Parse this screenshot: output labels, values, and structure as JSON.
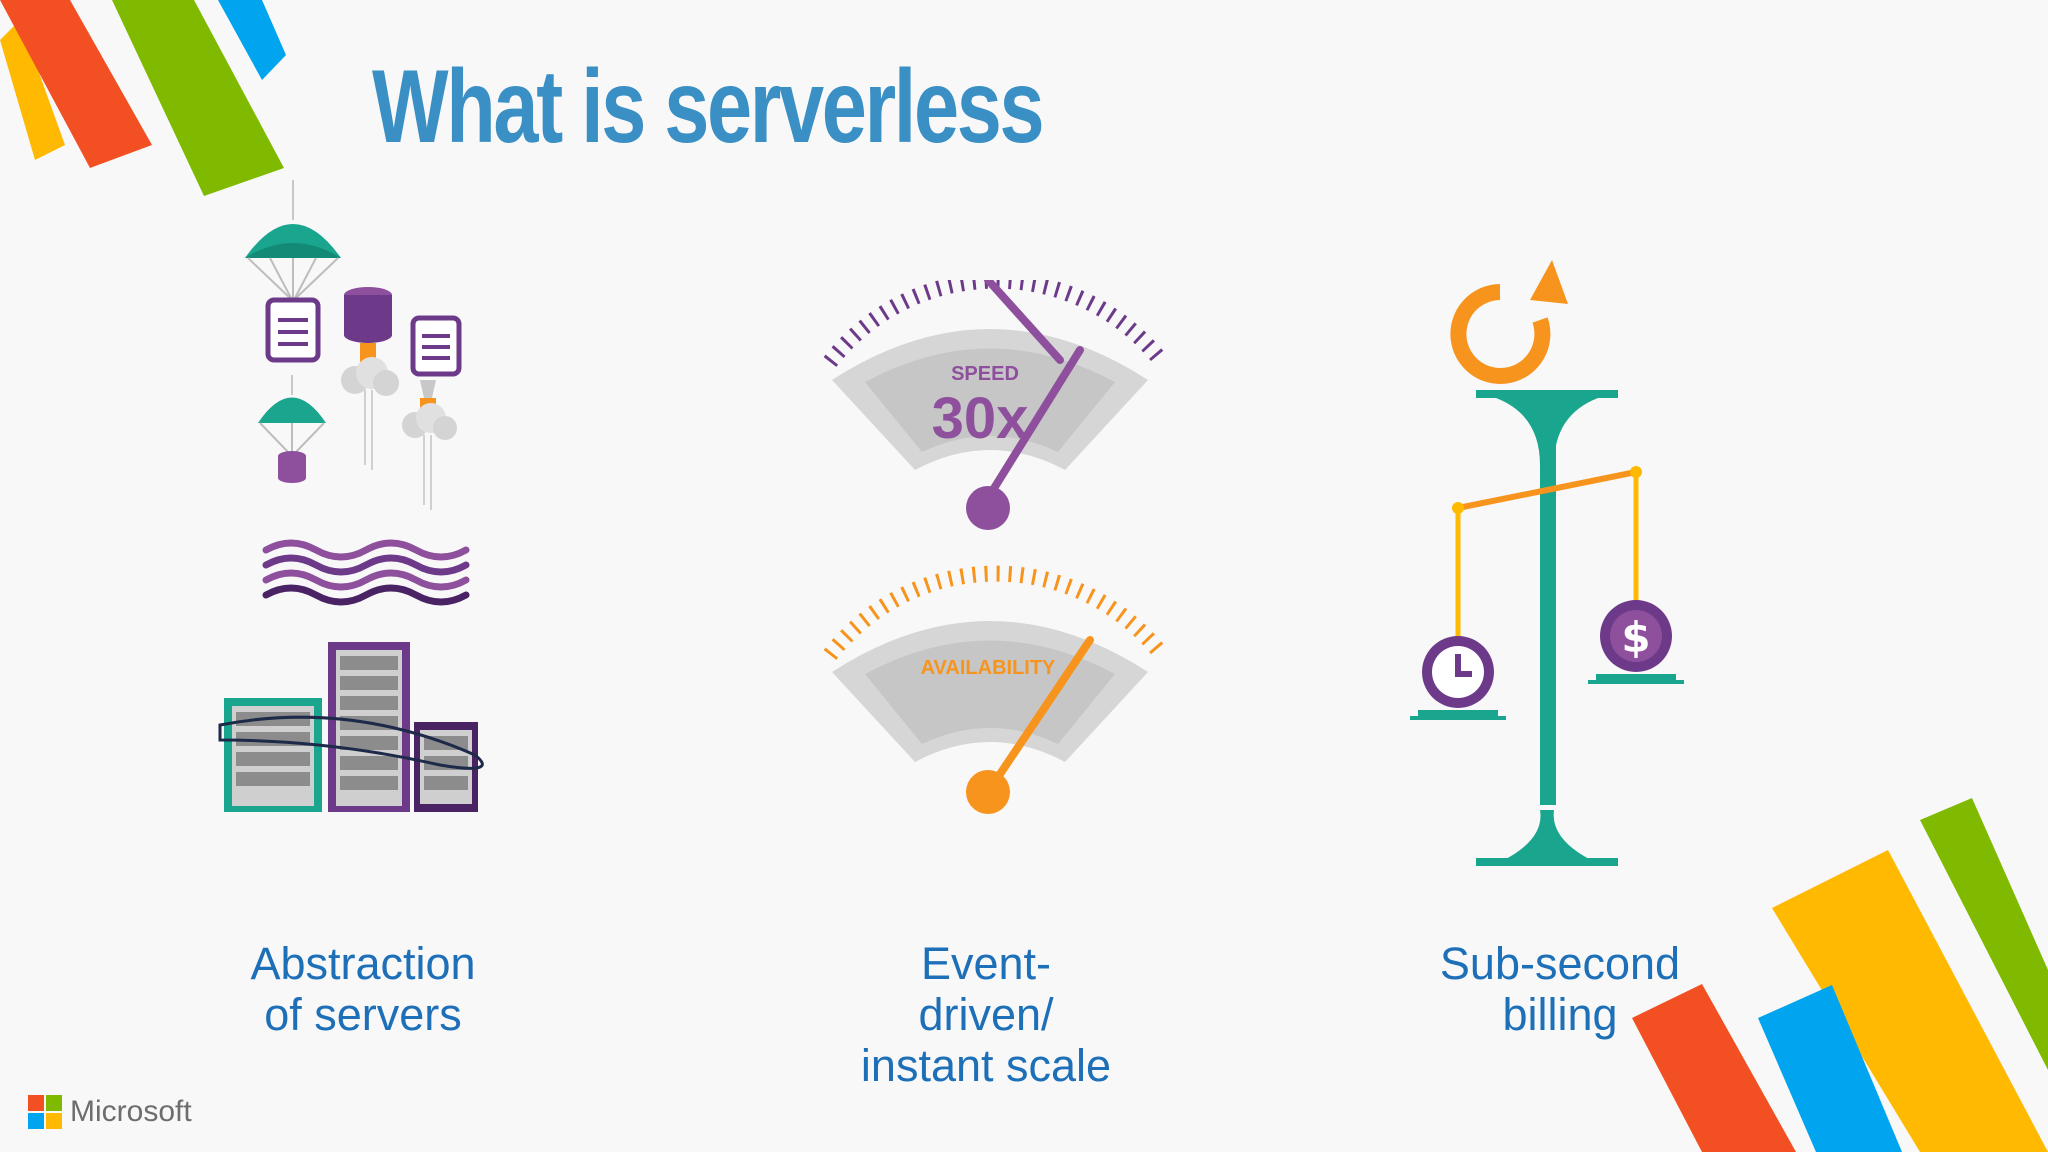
{
  "slide": {
    "title": "What is serverless"
  },
  "features": [
    {
      "caption": "Abstraction\nof servers",
      "icon": "parachute-servers-icon"
    },
    {
      "caption": "Event-\ndriven/\ninstant scale",
      "icon": "speed-gauges-icon"
    },
    {
      "caption": "Sub-second\nbilling",
      "icon": "balance-scale-icon"
    }
  ],
  "gauges": {
    "speed": {
      "label": "SPEED",
      "value": "30x",
      "color": "#8e4f9d"
    },
    "availability": {
      "label": "AVAILABILITY",
      "color": "#f7941d"
    }
  },
  "billing_icons": {
    "time": "clock-icon",
    "cost": "dollar-icon",
    "refresh": "refresh-icon"
  },
  "brand": {
    "name": "Microsoft",
    "logo_colors": [
      "#f25022",
      "#7fba00",
      "#00a4ef",
      "#ffb900"
    ]
  },
  "palette": {
    "title": "#3a8fc4",
    "caption": "#1d6fb8",
    "teal": "#1aa58e",
    "purple": "#6d3a8a",
    "orange": "#f7941d",
    "accent_stripes": [
      "#ffb900",
      "#f25022",
      "#7fba00",
      "#00a4ef"
    ]
  }
}
